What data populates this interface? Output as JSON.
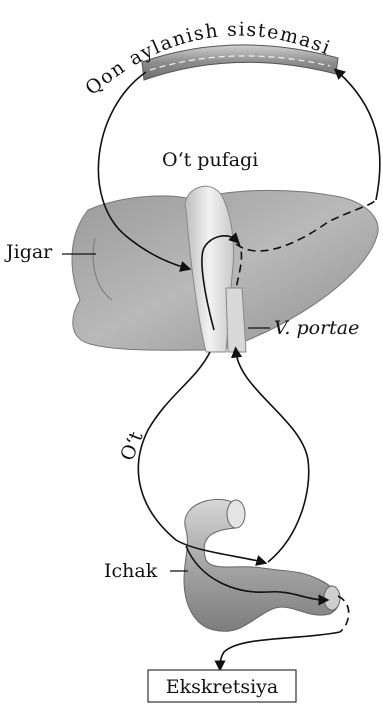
{
  "labels": {
    "circulation": "Qon aylanish sistemasi",
    "gallbladder": "O‘t pufagi",
    "liver": "Jigar",
    "portal_vein": "V. portae",
    "bile": "O‘t",
    "intestine": "Ichak",
    "excretion": "Ekskretsiya"
  }
}
